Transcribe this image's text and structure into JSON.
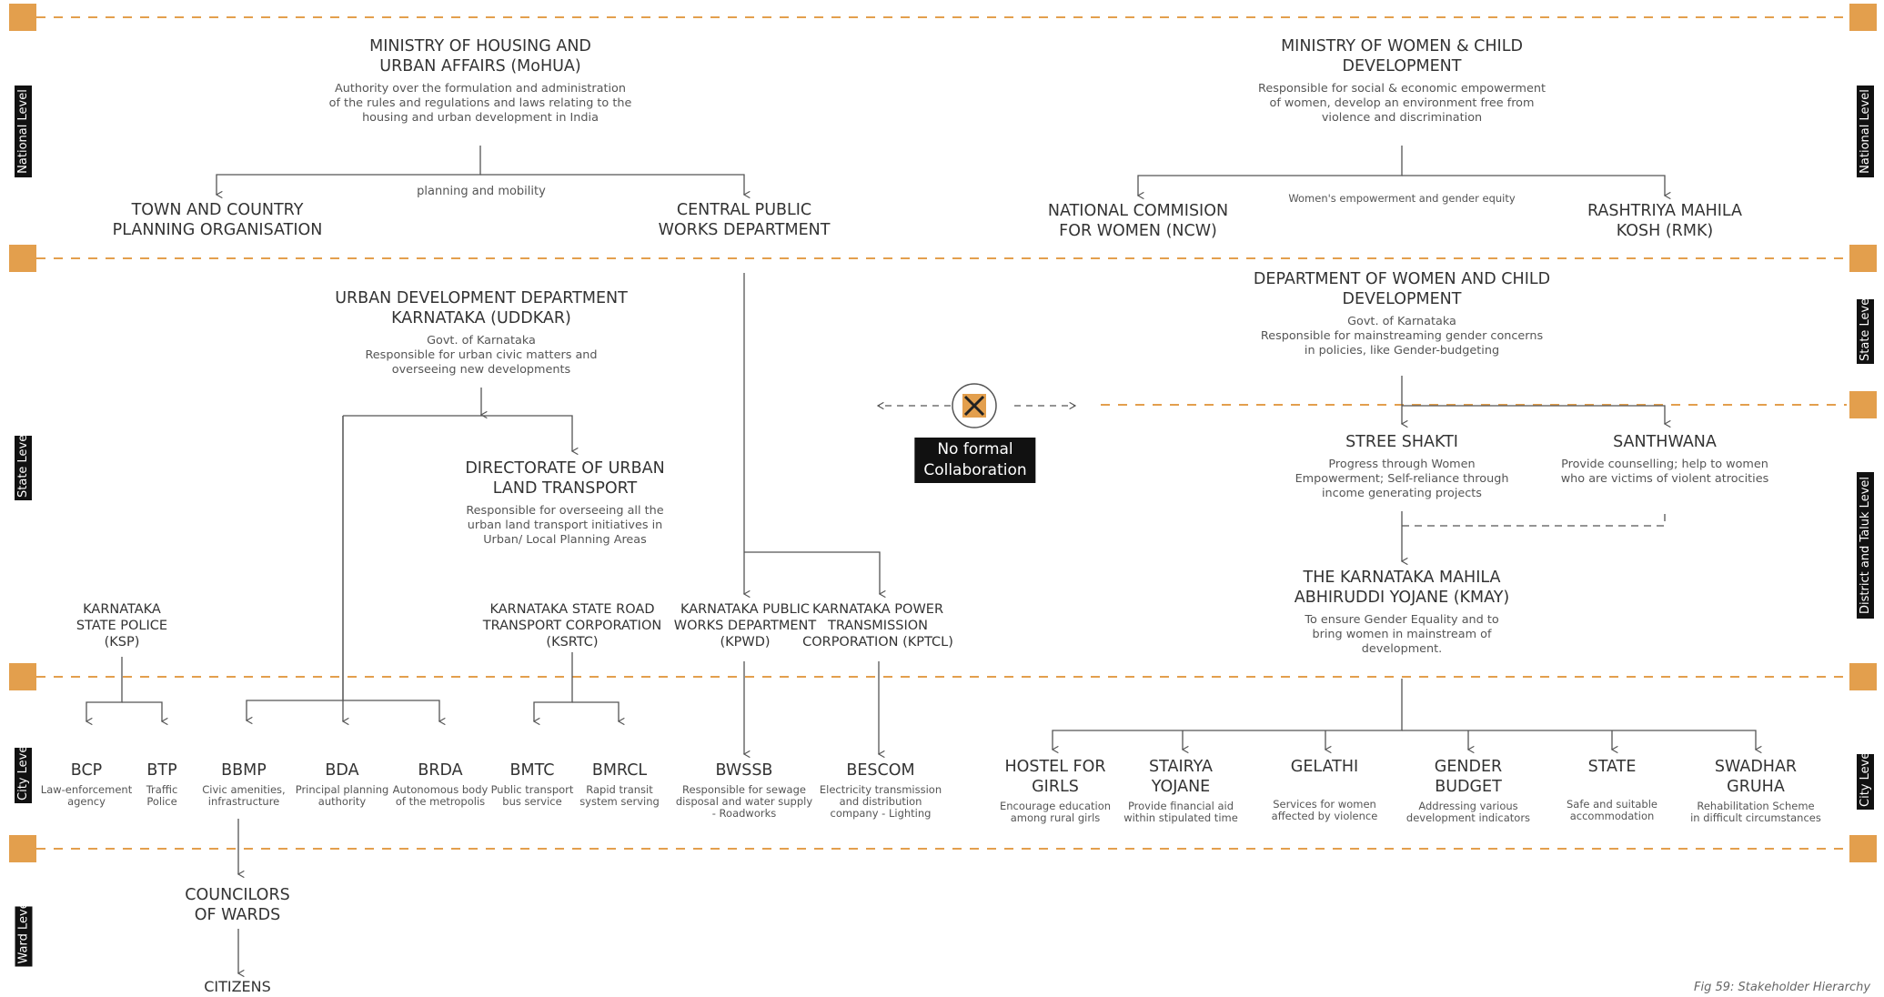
{
  "levels": {
    "national": "National Level",
    "state": "State Level",
    "district_taluk": "District and Taluk Level",
    "city": "City Level",
    "ward": "Ward Level"
  },
  "national": {
    "mohua": {
      "title": "MINISTRY OF HOUSING AND\nURBAN AFFAIRS (MoHUA)",
      "desc": "Authority over the formulation and administration\nof the rules and regulations and laws relating to the\nhousing and urban development in India"
    },
    "mwcd": {
      "title": "MINISTRY OF WOMEN & CHILD\nDEVELOPMENT",
      "desc": "Responsible for social & economic empowerment\nof women, develop an environment free from\nviolence and discrimination"
    },
    "tcpo": {
      "title": "TOWN AND COUNTRY\nPLANNING ORGANISATION"
    },
    "cpwd": {
      "title": "CENTRAL PUBLIC\nWORKS DEPARTMENT"
    },
    "ncw": {
      "title": "NATIONAL COMMISION\nFOR WOMEN (NCW)"
    },
    "rmk": {
      "title": "RASHTRIYA MAHILA\nKOSH (RMK)"
    },
    "edge_mohua": "planning and mobility",
    "edge_mwcd": "Women's empowerment and gender equity"
  },
  "state": {
    "uddkar": {
      "title": "URBAN DEVELOPMENT DEPARTMENT\nKARNATAKA (UDDKAR)",
      "desc": "Govt. of Karnataka\nResponsible for urban civic matters and\noverseeing new developments"
    },
    "dult": {
      "title": "DIRECTORATE OF URBAN\nLAND TRANSPORT",
      "desc": "Responsible for overseeing all the\nurban land transport initiatives in\nUrban/ Local Planning Areas"
    },
    "dwcd": {
      "title": "DEPARTMENT OF WOMEN AND CHILD\nDEVELOPMENT",
      "desc": "Govt. of Karnataka\nResponsible for mainstreaming gender concerns\nin policies, like Gender-budgeting"
    },
    "ksp": {
      "title": "KARNATAKA\nSTATE POLICE\n(KSP)"
    },
    "ksrtc": {
      "title": "KARNATAKA STATE ROAD\nTRANSPORT CORPORATION\n(KSRTC)"
    },
    "kpwd": {
      "title": "KARNATAKA PUBLIC\nWORKS DEPARTMENT\n(KPWD)"
    },
    "kptcl": {
      "title": "KARNATAKA POWER\nTRANSMISSION\nCORPORATION (KPTCL)"
    },
    "no_collab": "No formal\nCollaboration"
  },
  "district": {
    "stree_shakti": {
      "title": "STREE SHAKTI",
      "desc": "Progress through Women\nEmpowerment; Self-reliance through\nincome generating projects"
    },
    "santhwana": {
      "title": "SANTHWANA",
      "desc": "Provide counselling; help to women\nwho are victims of violent atrocities"
    },
    "kmay": {
      "title": "THE KARNATAKA MAHILA\nABHIRUDDI YOJANE (KMAY)",
      "desc": "To ensure Gender Equality and to\nbring women in mainstream of\ndevelopment."
    }
  },
  "city": {
    "bcp": {
      "title": "BCP",
      "desc": "Law-enforcement\nagency"
    },
    "btp": {
      "title": "BTP",
      "desc": "Traffic\nPolice"
    },
    "bbmp": {
      "title": "BBMP",
      "desc": "Civic amenities,\ninfrastructure"
    },
    "bda": {
      "title": "BDA",
      "desc": "Principal planning\nauthority"
    },
    "brda": {
      "title": "BRDA",
      "desc": "Autonomous body\nof the metropolis"
    },
    "bmtc": {
      "title": "BMTC",
      "desc": "Public transport\nbus service"
    },
    "bmrcl": {
      "title": "BMRCL",
      "desc": "Rapid transit\nsystem serving"
    },
    "bwssb": {
      "title": "BWSSB",
      "desc": "Responsible for sewage\ndisposal and water supply\n- Roadworks"
    },
    "bescom": {
      "title": "BESCOM",
      "desc": "Electricity transmission\nand distribution\ncompany - Lighting"
    },
    "hostel": {
      "title": "HOSTEL FOR\nGIRLS",
      "desc": "Encourage education\namong rural girls"
    },
    "stairya": {
      "title": "STAIRYA\nYOJANE",
      "desc": "Provide financial aid\nwithin stipulated time"
    },
    "gelathi": {
      "title": "GELATHI",
      "desc": "Services for women\naffected by violence"
    },
    "gender_budget": {
      "title": "GENDER\nBUDGET",
      "desc": "Addressing various\ndevelopment indicators"
    },
    "state_home": {
      "title": "STATE",
      "desc": "Safe and suitable\naccommodation"
    },
    "swadhar": {
      "title": "SWADHAR\nGRUHA",
      "desc": "Rehabilitation Scheme\nin difficult circumstances"
    }
  },
  "ward": {
    "councilors": {
      "title": "COUNCILORS\nOF WARDS"
    },
    "citizens": {
      "title": "CITIZENS"
    }
  },
  "caption": "Fig 59: Stakeholder Hierarchy",
  "colors": {
    "band": "#e39f4d",
    "dashed": "#e39f4d",
    "label_bg": "#111111"
  }
}
